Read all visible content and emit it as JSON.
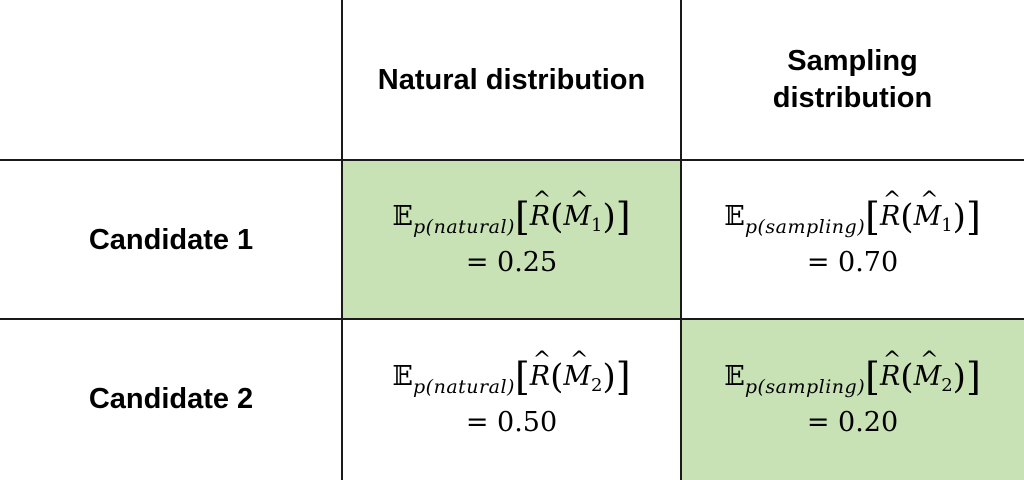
{
  "columns": [
    "Natural distribution",
    "Sampling\ndistribution"
  ],
  "rows": [
    {
      "label": "Candidate 1",
      "cells": [
        {
          "expect": "𝔼",
          "subscript": "p(natural)",
          "model_index": "1",
          "value": "= 0.25",
          "highlight": true
        },
        {
          "expect": "𝔼",
          "subscript": "p(sampling)",
          "model_index": "1",
          "value": "= 0.70",
          "highlight": false
        }
      ]
    },
    {
      "label": "Candidate 2",
      "cells": [
        {
          "expect": "𝔼",
          "subscript": "p(natural)",
          "model_index": "2",
          "value": "= 0.50",
          "highlight": false
        },
        {
          "expect": "𝔼",
          "subscript": "p(sampling)",
          "model_index": "2",
          "value": "= 0.20",
          "highlight": true
        }
      ]
    }
  ],
  "colors": {
    "highlight": "#c9e2b5",
    "lines": "#1a1a1a"
  }
}
